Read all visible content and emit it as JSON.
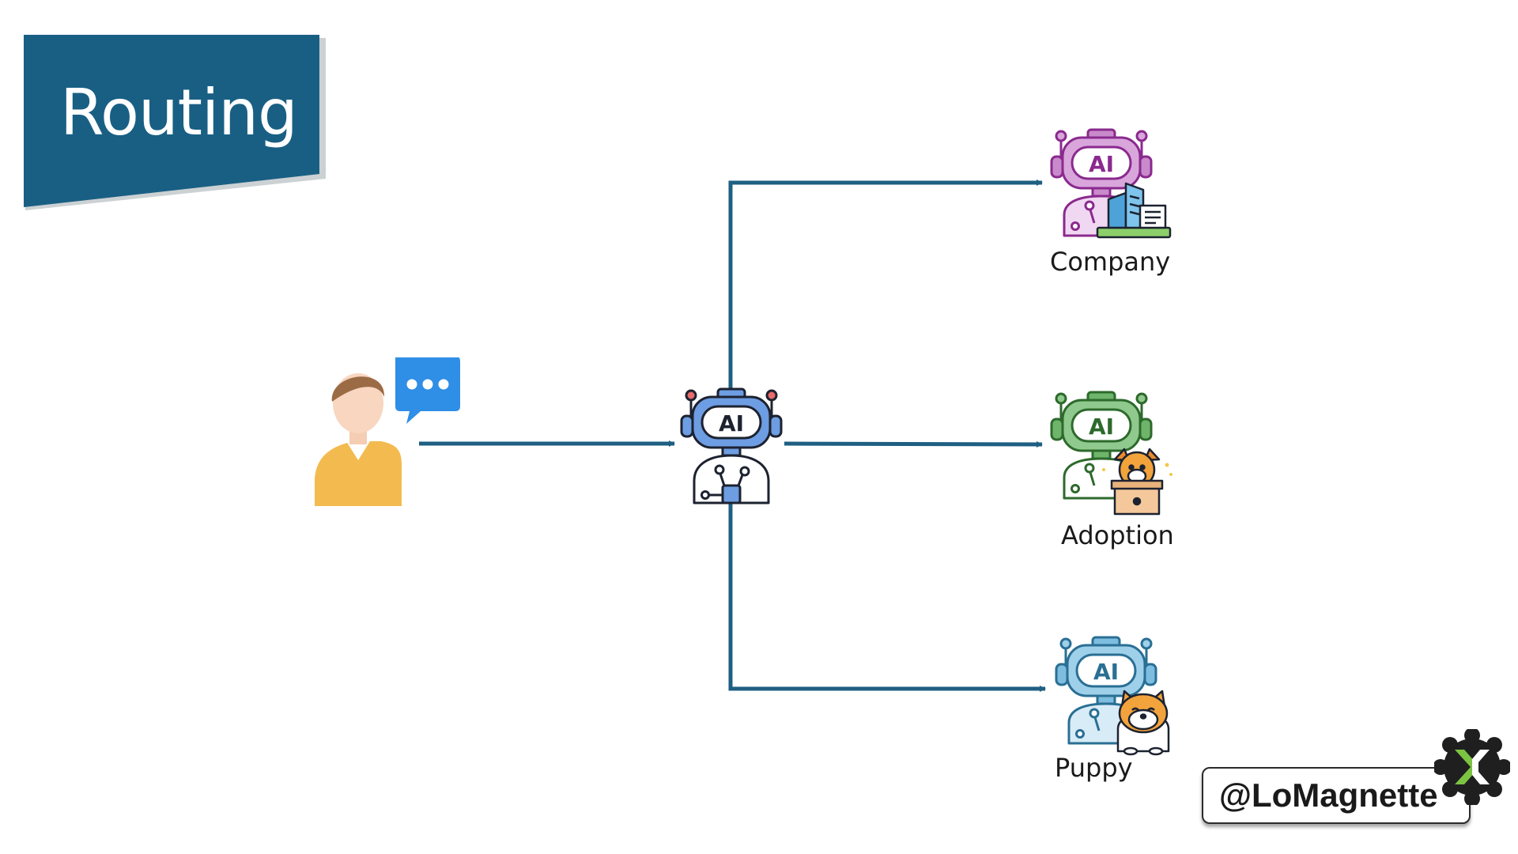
{
  "title": "Routing",
  "user": {
    "icon": "user-with-chat-bubble-icon"
  },
  "router": {
    "icon": "ai-robot-icon"
  },
  "routes": [
    {
      "label": "Company",
      "icon": "ai-robot-company-building-icon",
      "color": "#b24fb5"
    },
    {
      "label": "Adoption",
      "icon": "ai-robot-pet-adoption-icon",
      "color": "#3e8a3c"
    },
    {
      "label": "Puppy",
      "icon": "ai-robot-puppy-icon",
      "color": "#4a9cc8"
    }
  ],
  "handle": "@LoMagnette",
  "colors": {
    "banner": "#195f84",
    "arrow": "#1e5f82",
    "router_blue": "#6d9de2"
  }
}
